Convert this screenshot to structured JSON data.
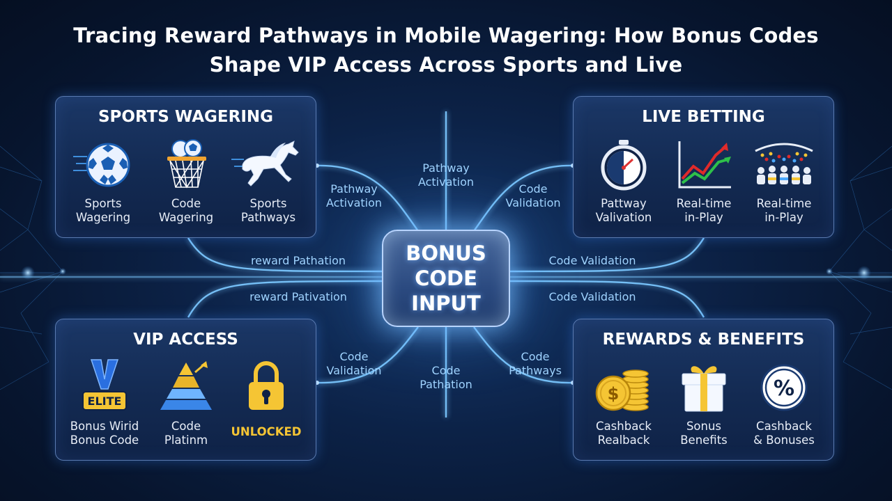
{
  "title": "Tracing Reward Pathways in Mobile Wagering: How Bonus Codes\nShape VIP Access Across Sports and Live",
  "hub": {
    "label": "BONUS\nCODE\nINPUT"
  },
  "panels": {
    "sports": {
      "title": "SPORTS WAGERING",
      "items": [
        {
          "label": "Sports\nWagering",
          "icon": "soccer-ball-icon"
        },
        {
          "label": "Code\nWagering",
          "icon": "basketball-hoop-icon"
        },
        {
          "label": "Sports\nPathways",
          "icon": "racing-horse-icon"
        }
      ]
    },
    "live": {
      "title": "LIVE BETTING",
      "items": [
        {
          "label": "Pattway\nValivation",
          "icon": "stopwatch-icon"
        },
        {
          "label": "Real-time\nin-Play",
          "icon": "trend-chart-icon"
        },
        {
          "label": "Real-time\nin-Play",
          "icon": "stadium-crowd-icon"
        }
      ]
    },
    "vip": {
      "title": "VIP ACCESS",
      "items": [
        {
          "label": "Bonus Wirid\nBonus Code",
          "icon": "elite-badge-icon",
          "badge": "ELITE"
        },
        {
          "label": "Code\nPlatinm",
          "icon": "pyramid-icon"
        },
        {
          "label": "UNLOCKED",
          "icon": "padlock-icon"
        }
      ]
    },
    "rewards": {
      "title": "REWARDS & BENEFITS",
      "items": [
        {
          "label": "Cashback\nRealback",
          "icon": "coin-stack-icon"
        },
        {
          "label": "Sonus\nBenefits",
          "icon": "gift-box-icon"
        },
        {
          "label": "Cashback\n& Bonuses",
          "icon": "percent-badge-icon"
        }
      ]
    }
  },
  "connectors": {
    "top_center": "Pathway\nActivation",
    "left_top": "Pathway\nActivation",
    "right_top": "Code\nValidation",
    "left_mid1": "reward Pathation",
    "left_mid2": "reward Pativation",
    "right_mid1": "Code Validation",
    "right_mid2": "Code Validation",
    "left_bottom": "Code\nValidation",
    "bottom_center": "Code\nPathation",
    "right_bottom": "Code\nPathways"
  },
  "colors": {
    "background": "#0c2247",
    "panel": "#16305c",
    "glow": "#6fc3ff",
    "connector_text": "#9fd3ff",
    "gold": "#f5c534"
  }
}
